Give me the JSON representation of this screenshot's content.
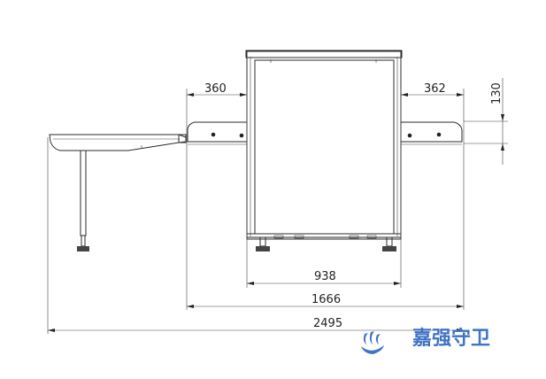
{
  "dimensions": {
    "top_left_conveyor": "360",
    "top_right_conveyor": "362",
    "right_height": "130",
    "machine_width": "938",
    "overall_machine": "1666",
    "overall_total": "2495"
  },
  "logo": {
    "text": "嘉强守卫",
    "colors": {
      "primary": "#3f73c4"
    }
  },
  "icons": [
    "flame-logo-icon"
  ]
}
